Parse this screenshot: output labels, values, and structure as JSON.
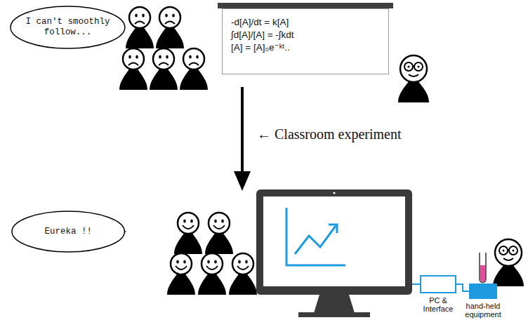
{
  "diagram": {
    "nodes": [
      {
        "text": [
          "I can't smoothly follow..."
        ]
      },
      {
        "text": [
          "-d[A]/dt = k[A]",
          "∫d[A]/[A] = -∫kdt",
          "[A] = [A]₀e⁻ᵏᵗ.."
        ]
      },
      {
        "text": [
          "Eureka !!"
        ]
      },
      {
        "text": [
          "PC & Interface"
        ]
      },
      {
        "text": [
          "hand-held equipment"
        ]
      }
    ],
    "edges": [
      {
        "from": 3,
        "to": 4,
        "arrow": "none"
      }
    ],
    "labels": [
      "← Classroom experiment"
    ]
  }
}
